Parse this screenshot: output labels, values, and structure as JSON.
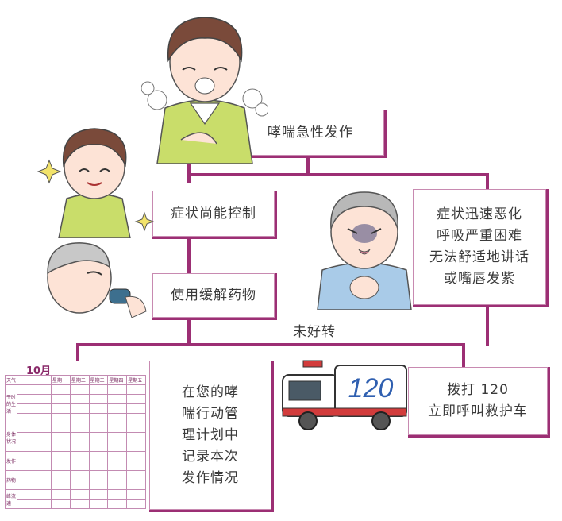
{
  "start": {
    "label": "哮喘急性发作"
  },
  "controlled": {
    "label": "症状尚能控制"
  },
  "severe": {
    "lines": [
      "症状迅速恶化",
      "呼吸严重困难",
      "无法舒适地讲话",
      "或嘴唇发紫"
    ]
  },
  "medication": {
    "label": "使用缓解药物"
  },
  "not_better": {
    "label": "未好转"
  },
  "record": {
    "lines": [
      "在您的哮",
      "喘行动管",
      "理计划中",
      "记录本次",
      "发作情况"
    ]
  },
  "call": {
    "lines": [
      "拨打 120",
      "立即呼叫救护车"
    ]
  },
  "ambulance": {
    "number": "120"
  },
  "calendar": {
    "month": "10月",
    "weekdays": [
      "星期一",
      "星期二",
      "星期三",
      "星期四",
      "星期五"
    ],
    "row_sections": [
      "天气",
      "平时的生活",
      "身体状况",
      "发作",
      "药物",
      "峰流速"
    ]
  },
  "colors": {
    "accent": "#9c2f74",
    "line": "#9c2f74"
  }
}
